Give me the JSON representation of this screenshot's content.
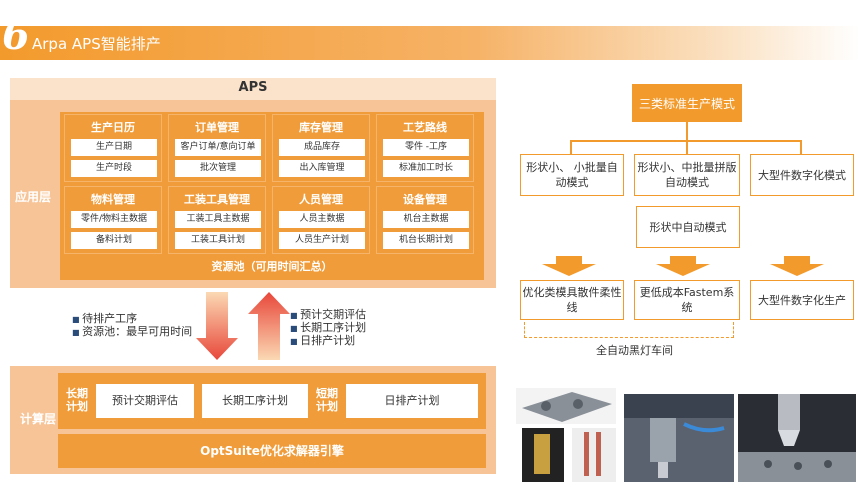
{
  "header": {
    "number": "6",
    "title": "Arpa APS智能排产"
  },
  "aps": {
    "title": "APS",
    "app_layer": "应用层",
    "modules": [
      {
        "title": "生产日历",
        "items": [
          "生产日期",
          "生产时段"
        ]
      },
      {
        "title": "订单管理",
        "items": [
          "客户订单/意向订单",
          "批次管理"
        ]
      },
      {
        "title": "库存管理",
        "items": [
          "成品库存",
          "出入库管理"
        ]
      },
      {
        "title": "工艺路线",
        "items": [
          "零件 -工序",
          "标准加工时长"
        ]
      },
      {
        "title": "物料管理",
        "items": [
          "零件/物料主数据",
          "备料计划"
        ]
      },
      {
        "title": "工装工具管理",
        "items": [
          "工装工具主数据",
          "工装工具计划"
        ]
      },
      {
        "title": "人员管理",
        "items": [
          "人员主数据",
          "人员生产计划"
        ]
      },
      {
        "title": "设备管理",
        "items": [
          "机台主数据",
          "机台长期计划"
        ]
      }
    ],
    "resource_pool": "资源池（可用时间汇总）",
    "left_bullets": [
      "待排产工序",
      "资源池：最早可用时间"
    ],
    "right_bullets": [
      "预计交期评估",
      "长期工序计划",
      "日排产计划"
    ],
    "calc_layer": "计算层",
    "long_term_label": "长期计划",
    "short_term_label": "短期计划",
    "calc_items": [
      "预计交期评估",
      "长期工序计划",
      "日排产计划"
    ],
    "engine": "OptSuite优化求解器引擎"
  },
  "tree": {
    "root": "三类标准生产模式",
    "modes": [
      "形状小、 小批量自动模式",
      "形状小、中批量拼版自动模式",
      "大型件数字化模式"
    ],
    "sub_mode": "形状中自动模式",
    "outputs": [
      "优化类模具散件柔性线",
      "更低成本Fastem系统",
      "大型件数字化生产"
    ],
    "footer": "全自动黑灯车间"
  }
}
